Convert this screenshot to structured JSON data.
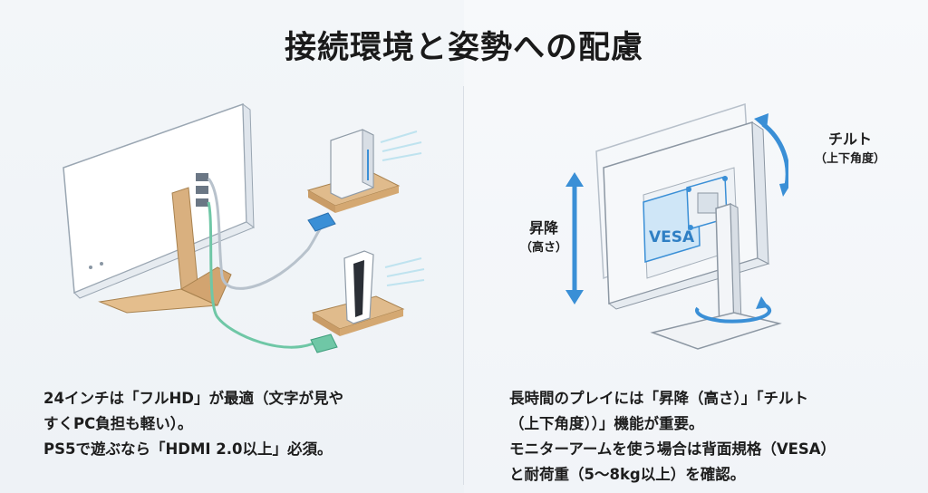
{
  "title": "接続環境と姿勢への配慮",
  "left": {
    "caption_lines": [
      "24インチは「フルHD」が最適（文字が見や",
      "すくPC負担も軽い）。",
      "PS5で遊ぶなら「HDMI 2.0以上」必須。"
    ]
  },
  "right": {
    "tilt_label": "チルト",
    "tilt_sub": "（上下角度）",
    "height_label": "昇降",
    "height_sub": "（高さ）",
    "vesa_label": "VESA",
    "caption_lines": [
      "長時間のプレイには「昇降（高さ）」「チルト",
      "（上下角度））」機能が重要。",
      "モニターアームを使う場合は背面規格（VESA）",
      "と耐荷重（5〜8kg以上）を確認。"
    ]
  },
  "colors": {
    "accent_blue": "#3a8fd6",
    "wood": "#d9b07f",
    "cable_green": "#6fc7a6"
  }
}
